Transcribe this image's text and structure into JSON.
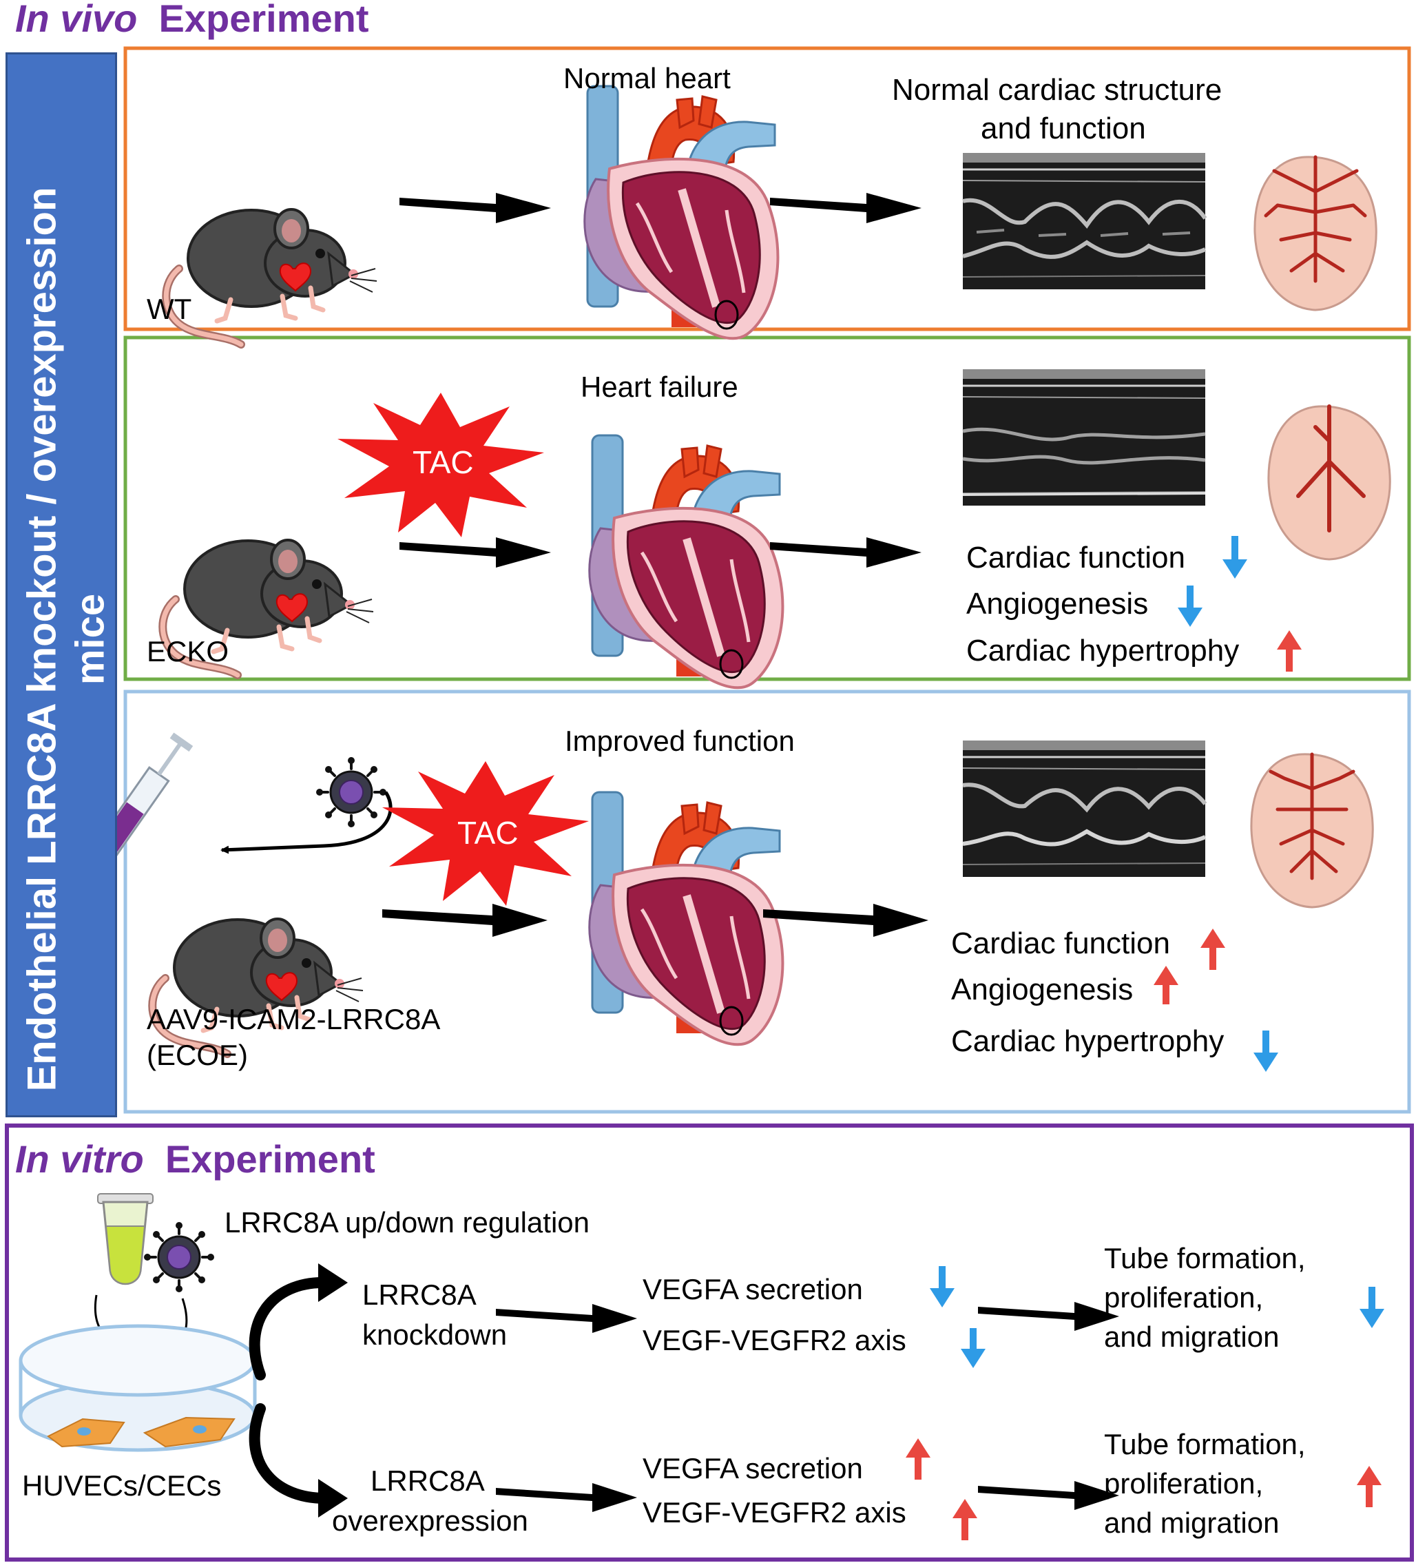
{
  "invivo": {
    "italic": "In vivo",
    "rest": "Experiment"
  },
  "side_label": {
    "line1": "Endothelial LRRC8A knockout / overexpression",
    "line2": "mice"
  },
  "panel_wt": {
    "mouse_label": "WT",
    "heart_label": "Normal heart",
    "outcome_line1": "Normal cardiac structure",
    "outcome_line2": "and function"
  },
  "panel_ecko": {
    "mouse_label": "ECKO",
    "tac": "TAC",
    "heart_label": "Heart failure",
    "effects": [
      "Cardiac function",
      "Angiogenesis",
      "Cardiac hypertrophy"
    ],
    "effect_directions": [
      "down",
      "down",
      "up"
    ]
  },
  "panel_ecoe": {
    "mouse_label_line1": "AAV9-ICAM2-LRRC8A",
    "mouse_label_line2": "(ECOE)",
    "tac": "TAC",
    "heart_label": "Improved function",
    "effects": [
      "Cardiac function",
      "Angiogenesis",
      "Cardiac hypertrophy"
    ],
    "effect_directions": [
      "up",
      "up",
      "down"
    ]
  },
  "invitro": {
    "italic": "In vitro",
    "rest": "Experiment",
    "regulation_label": "LRRC8A up/down regulation",
    "cells_label": "HUVECs/CECs",
    "knockdown": {
      "line1": "LRRC8A",
      "line2": "knockdown",
      "effects": [
        "VEGFA secretion",
        "VEGF-VEGFR2 axis"
      ],
      "outcome": [
        "Tube  formation,",
        "proliferation,",
        "and migration"
      ],
      "direction": "down"
    },
    "overexpression": {
      "line1": "LRRC8A",
      "line2": "overexpression",
      "effects": [
        "VEGFA secretion",
        "VEGF-VEGFR2 axis"
      ],
      "outcome": [
        "Tube  formation,",
        "proliferation,",
        "and migration"
      ],
      "direction": "up"
    }
  },
  "colors": {
    "title_purple": "#7030a0",
    "panel1_border": "#ed7d31",
    "panel2_border": "#70ad47",
    "panel3_border": "#9dc3e6",
    "panel4_border": "#7030a0",
    "side_blue": "#4472c4",
    "arrow_up": "#e8473f",
    "arrow_down": "#2e9be6"
  }
}
